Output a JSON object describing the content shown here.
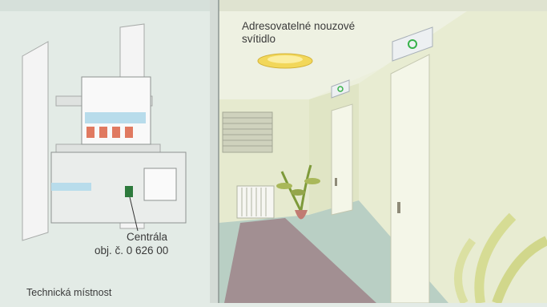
{
  "labels": {
    "emergency_light": "Adresovatelné nouzové svítidlo",
    "central_name": "Centrála",
    "central_order": "obj. č. 0 626 00",
    "tech_room": "Technická místnost"
  },
  "colors": {
    "tech_room_bg": "#e3ebe6",
    "corridor_wall": "#e8ecd5",
    "ceiling": "#eff2e4",
    "floor_runner": "#a28f92",
    "door": "#f4f6e8",
    "light_glow": "#f2d75a",
    "exit_sign_green": "#37b24a"
  },
  "icons": [
    "emergency-light-icon",
    "exit-sign-icon",
    "central-unit-icon",
    "radiator-icon",
    "plant-icon"
  ]
}
